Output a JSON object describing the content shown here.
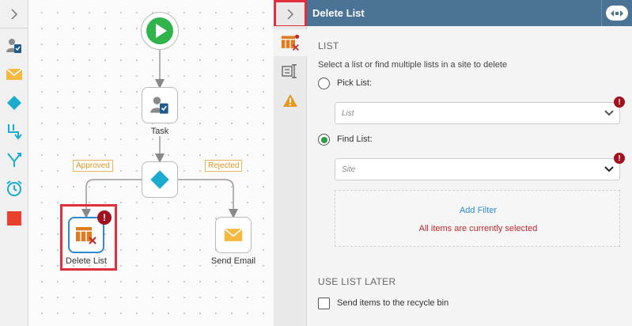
{
  "toolbar": {
    "expand_icon": "chevron-right-icon",
    "items": [
      {
        "name": "task-tool",
        "icon": "user-task-icon"
      },
      {
        "name": "email-tool",
        "icon": "envelope-icon"
      },
      {
        "name": "condition-tool",
        "icon": "diamond-icon"
      },
      {
        "name": "merge-tool",
        "icon": "merge-arrow-icon"
      },
      {
        "name": "split-tool",
        "icon": "split-arrow-icon"
      },
      {
        "name": "timer-tool",
        "icon": "alarm-clock-icon"
      },
      {
        "name": "stop-tool",
        "icon": "stop-square-icon"
      }
    ]
  },
  "canvas": {
    "nodes": {
      "start": {
        "label": ""
      },
      "task": {
        "label": "Task"
      },
      "condition": {
        "label": ""
      },
      "delete_list": {
        "label": "Delete List",
        "error": "!"
      },
      "send_email": {
        "label": "Send Email"
      }
    },
    "branches": {
      "approved": "Approved",
      "rejected": "Rejected"
    }
  },
  "panel": {
    "title": "Delete List",
    "header_button_icon": "collapse-all-icon",
    "tabs": [
      {
        "name": "tab-configuration",
        "icon": "delete-list-icon",
        "active": true
      },
      {
        "name": "tab-properties",
        "icon": "text-cursor-icon",
        "active": false
      },
      {
        "name": "tab-errors",
        "icon": "warning-icon",
        "active": false
      }
    ],
    "list_section": {
      "title": "LIST",
      "description": "Select a list or find multiple lists in a site to delete",
      "pick_list_label": "Pick List:",
      "pick_list_selected": false,
      "list_placeholder": "List",
      "find_list_label": "Find List:",
      "find_list_selected": true,
      "site_placeholder": "Site",
      "error_mark": "!",
      "add_filter": "Add Filter",
      "all_items_msg": "All items are currently selected"
    },
    "later_section": {
      "title": "USE LIST LATER",
      "recycle_label": "Send items to the recycle bin",
      "recycle_checked": false
    }
  },
  "colors": {
    "header": "#4a7396",
    "accent_green": "#2e9e44",
    "error_red": "#a3101f",
    "highlight_red": "#e0303e",
    "link_blue": "#2d8ad2",
    "branch_orange": "#d89520"
  }
}
